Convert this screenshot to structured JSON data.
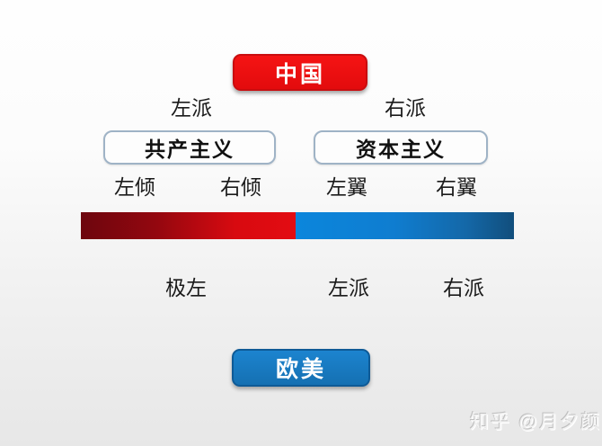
{
  "diagram": {
    "title_context": "political-spectrum-comparison",
    "china_button_label": "中国",
    "west_button_label": "欧美",
    "china_faction_labels": {
      "left": "左派",
      "right": "右派"
    },
    "ideology_boxes": {
      "communism": "共产主义",
      "capitalism": "资本主义"
    },
    "china_sub_labels": [
      "左倾",
      "右倾",
      "左翼",
      "右翼"
    ],
    "west_labels": [
      "极左",
      "左派",
      "右派"
    ],
    "colors": {
      "china_button_fill": "#e8100f",
      "china_button_border": "#c90d0f",
      "west_button_fill": "#1878c2",
      "west_button_border": "#0e5a96",
      "bar_red_dark": "#6d060e",
      "bar_red_bright": "#e30c12",
      "bar_blue_bright": "#0b86dc",
      "bar_blue_dark": "#114e7c",
      "ideology_box_border": "#9fb3c6",
      "background_top": "#fefefe",
      "background_bottom": "#e7e7e7"
    }
  },
  "watermark": "知乎 @月夕颜"
}
